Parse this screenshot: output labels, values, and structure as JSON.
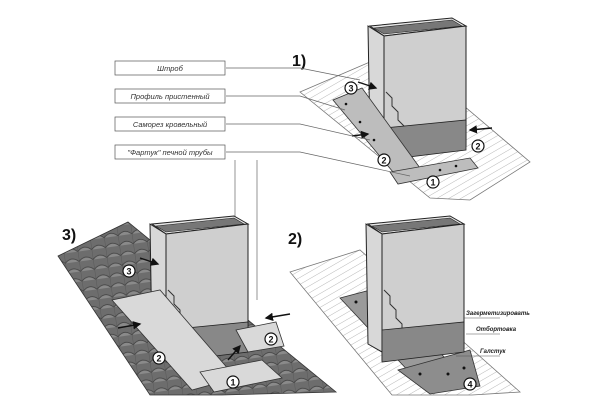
{
  "panels": [
    {
      "number": "1)"
    },
    {
      "number": "2)"
    },
    {
      "number": "3)"
    }
  ],
  "callouts": [
    {
      "label": "Штроб"
    },
    {
      "label": "Профиль пристенный"
    },
    {
      "label": "Саморез кровельный"
    },
    {
      "label": "\"Фартук\" печной трубы"
    }
  ],
  "panel2_labels": {
    "seal": "Загерметизировать",
    "flange": "Отбортовка",
    "tie": "Галстук"
  },
  "markers": [
    "1",
    "2",
    "3",
    "4"
  ]
}
